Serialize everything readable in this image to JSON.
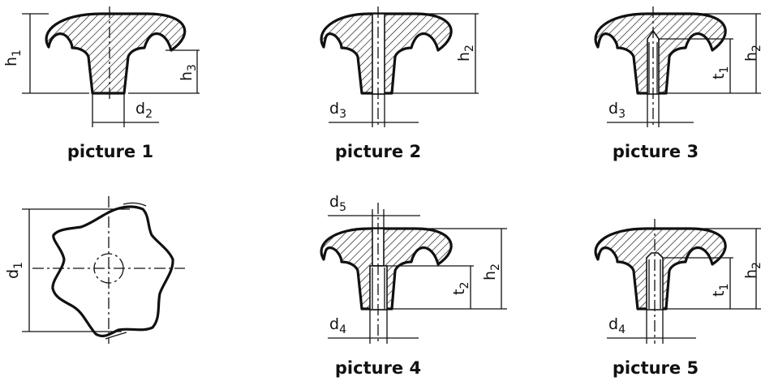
{
  "pictures": [
    {
      "caption": "picture 1"
    },
    {
      "caption": "picture 2"
    },
    {
      "caption": "picture 3"
    },
    {
      "caption": "picture 4"
    },
    {
      "caption": "picture 5"
    }
  ],
  "dims": {
    "p1_h1": "h",
    "p1_h1_sub": "1",
    "p1_h3": "h",
    "p1_h3_sub": "3",
    "p1_d2": "d",
    "p1_d2_sub": "2",
    "p2_h2": "h",
    "p2_h2_sub": "2",
    "p2_d3": "d",
    "p2_d3_sub": "3",
    "p3_h2": "h",
    "p3_h2_sub": "2",
    "p3_t1": "t",
    "p3_t1_sub": "1",
    "p3_d3": "d",
    "p3_d3_sub": "3",
    "top_d1": "d",
    "top_d1_sub": "1",
    "p4_d5": "d",
    "p4_d5_sub": "5",
    "p4_h2": "h",
    "p4_h2_sub": "2",
    "p4_t2": "t",
    "p4_t2_sub": "2",
    "p4_d4": "d",
    "p4_d4_sub": "4",
    "p5_h2": "h",
    "p5_h2_sub": "2",
    "p5_t1": "t",
    "p5_t1_sub": "1",
    "p5_d4": "d",
    "p5_d4_sub": "4"
  }
}
